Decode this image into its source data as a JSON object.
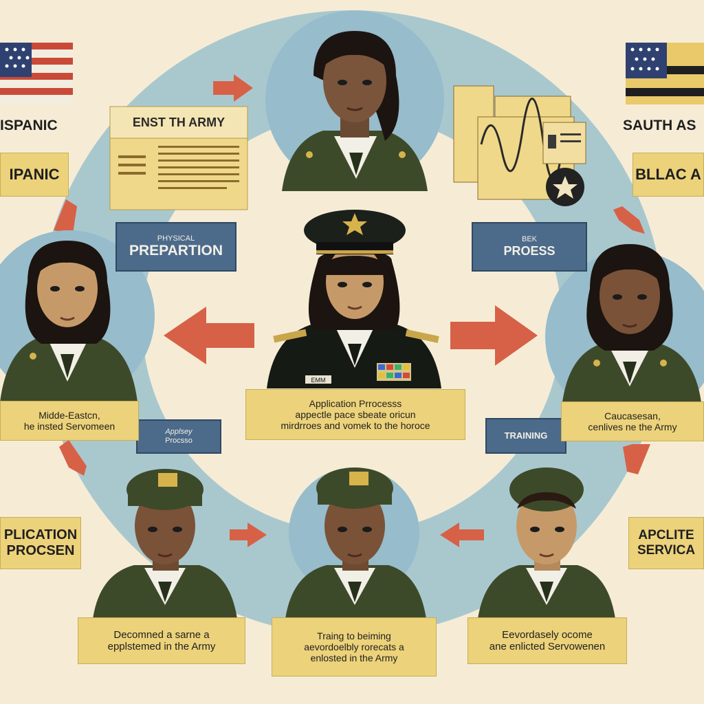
{
  "colors": {
    "background": "#f6ecd6",
    "ring": "#a9c8ce",
    "uniform_green": "#3d4a2a",
    "arrow_red": "#d76147",
    "label_yellow": "#ecd27a",
    "label_navy": "#4c6a8a"
  },
  "corners": {
    "top_left_1": "ISPANIC",
    "top_left_2": "IPANIC",
    "top_right_1": "SAUTH AS",
    "top_right_2": "BLLAC A",
    "bottom_left": "PLICATION\nPROCSEN",
    "bottom_right": "APCLITE\nSERVICA"
  },
  "document": {
    "header": "ENST TH ARMY"
  },
  "stage_labels": {
    "physical_small": "PHYSICAL",
    "physical_main": "PREPARTION",
    "bek_small": "BEK",
    "bek_main": "PROESS",
    "apply_small": "Applsey",
    "apply_main": "Procsso",
    "training": "TRAINING"
  },
  "captions": {
    "center": "Application Prrocesss\nappectle  pace sbeate oricun\nmirdrroes and vomek to the horoce",
    "left": "Midde-Eastcn,\nhe insted Servomeen",
    "right": "Caucasesan,\ncenlives ne the Army",
    "bottom_left": "Decomned a sarne a\nepplstemed in the Army",
    "bottom_center": "Traing to beiming\naevordoelbly rorecats a\nenlosted in the Army",
    "bottom_right": "Eevordasely ocome\nane enlicted Servowenen"
  },
  "officer": {
    "nametag": "EMM"
  },
  "icons": [
    "us-flag-icon",
    "stripe-flag-icon",
    "star-badge-icon",
    "arrow-icon",
    "document-icon",
    "chart-icon"
  ]
}
